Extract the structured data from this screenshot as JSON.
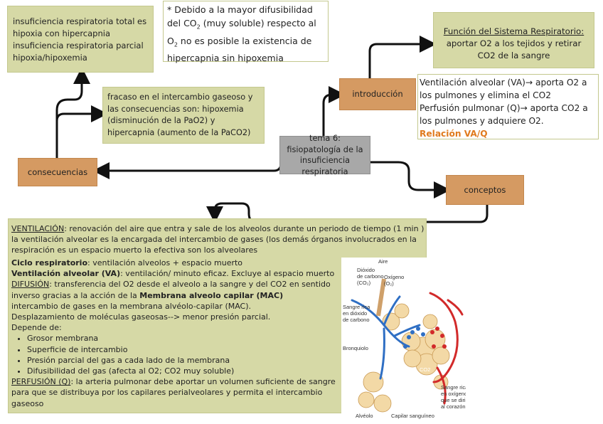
{
  "central": "tema 6: fisiopatología de la insuficiencia respiratoria",
  "nodes": {
    "consecuencias": "consecuencias",
    "introduccion": "introducción",
    "conceptos": "conceptos"
  },
  "insuficiencia": [
    "insuficiencia respiratoria total es hipoxia con hipercapnia",
    "insuficiencia respiratoria parcial hipoxia/hipoxemia"
  ],
  "nota": {
    "prefix": "* Debido a la mayor difusibilidad del CO",
    "sub1": "2",
    "middle": " (muy soluble) respecto al O",
    "sub2": "2",
    "suffix": " no es posible la existencia de hipercapnia sin hipoxemia"
  },
  "fracaso": "fracaso en el intercambio gaseoso y las consecuencias son: hipoxemia (disminución de la PaO2) y hipercapnia (aumento de la PaCO2)",
  "funcion": {
    "title": "Función del Sistema Respiratorio:",
    "body": "aportar O2 a los tejidos y retirar CO2 de la sangre"
  },
  "ventilacion_perfusion": {
    "ventilacion": "Ventilación alveolar (VA)→ aporta O2 a los pulmones y elimina el CO2",
    "perfusion": "Perfusión pulmonar (Q)→ aporta CO2 a los pulmones y adquiere O2.",
    "relacion": "Relación VA/Q"
  },
  "conceptos_text": {
    "ventilacion_label": "VENTILACIÓN",
    "ventilacion_text": ": renovación del aire que entra y sale de los alveolos durante un periodo de tiempo (1 min ) la ventilación alveolar es la encargada del intercambio de gases (los demás órganos involucrados en la respiración es un espacio muerto la efectiva son los alveolares",
    "ciclo_label": "Ciclo respiratorio",
    "ciclo_text": ": ventilación alveolos + espacio muerto",
    "va_label": "Ventilación alveolar (VA)",
    "va_text": ": ventilación/ minuto eficaz. Excluye al espacio muerto",
    "difusion_label": "DIFUSIÓN",
    "difusion_text": ": transferencia del O2 desde el alveolo a la sangre y del CO2 en sentido inverso gracias a la acción de la ",
    "membrana_label": "Membrana alveolo capilar (MAC)",
    "intercambio_text": "intercambio de gases en la membrana alvéolo-capilar (MAC). Desplazamiento de moléculas gaseosas--> menor presión parcial. Depende de:",
    "factores": [
      "Grosor membrana",
      "Superficie de intercambio",
      "Presión parcial del gas a cada lado de la membrana",
      "Difusibilidad del gas (afecta al O2; CO2 muy soluble)"
    ],
    "perfusion_label": "PERFUSIÓN (Q)",
    "perfusion_text": ": la arteria pulmonar debe aportar un volumen suficiente de sangre para que se distribuya por los capilares perialveolares y permita el intercambio gaseoso"
  },
  "illustration": {
    "aire": "Aire",
    "dioxido": "Dióxido de carbono (CO2)",
    "oxigeno": "Oxígeno (O2)",
    "sangre_rica_co2": "Sangre rica en dióxido de carbono",
    "bronquiolo": "Bronquiolo",
    "co2": "CO2",
    "sangre_rica_o2": "Sangre rica en oxígeno que se dirige al corazón",
    "alveolo": "Alvéolo",
    "capilar": "Capilar sanguíneo"
  }
}
